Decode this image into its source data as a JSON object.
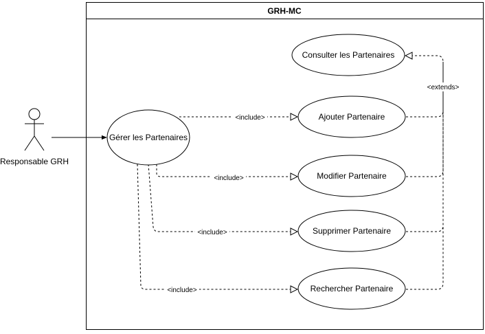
{
  "system": {
    "title": "GRH-MC"
  },
  "actor": {
    "label": "Responsable GRH"
  },
  "use_cases": {
    "main": "Gérer les Partenaires",
    "consult": "Consulter les Partenaires",
    "add": "Ajouter Partenaire",
    "modify": "Modifier Partenaire",
    "delete": "Supprimer Partenaire",
    "search": "Rechercher Partenaire"
  },
  "relations": {
    "include_label": "<include>",
    "extends_label": "<extends>"
  }
}
